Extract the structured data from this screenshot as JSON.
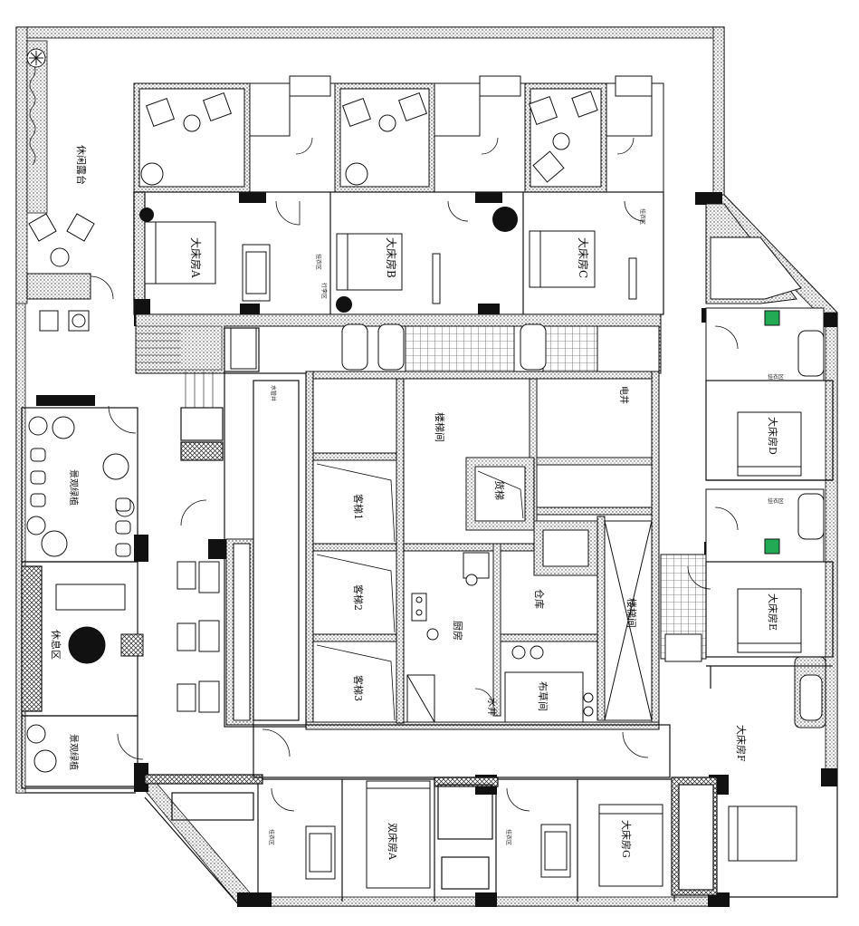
{
  "plan": {
    "rooms": {
      "leisure_terrace": "休闲露台",
      "room_a": "大床房A",
      "room_b": "大床房B",
      "room_c": "大床房C",
      "room_d": "大床房D",
      "room_e": "大床房E",
      "room_f": "大床房F",
      "room_g": "大床房G",
      "twin_room_a": "双床房A",
      "green_area_1": "景观绿植",
      "green_area_2": "景观绿植",
      "rest_area": "休息区",
      "stair_1": "楼梯间",
      "stair_2": "楼梯间",
      "elevator_1": "客梯1",
      "elevator_2": "客梯2",
      "elevator_3": "客梯3",
      "freight_lift": "货梯",
      "kitchen": "厨房",
      "storage": "仓库",
      "linen_room": "布草间",
      "water_shaft": "水井",
      "electric_shaft": "电井"
    },
    "small_labels": {
      "closet": "挂衣区",
      "luggage": "行李区",
      "pipe_shaft": "水管井"
    }
  }
}
